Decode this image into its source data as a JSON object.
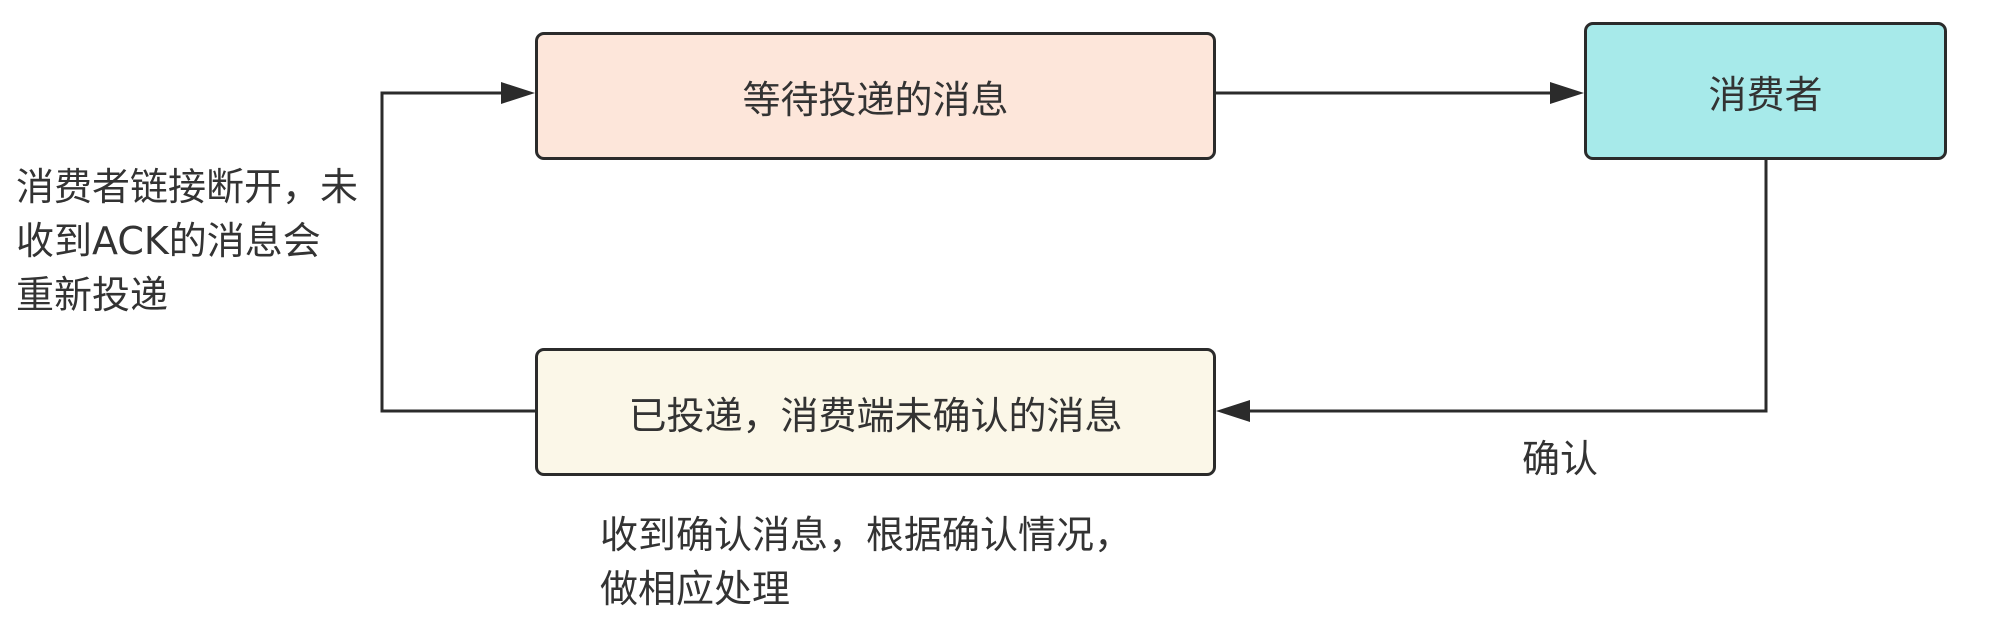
{
  "nodes": {
    "waiting": "等待投递的消息",
    "consumer": "消费者",
    "delivered": "已投递，消费端未确认的消息"
  },
  "labels": {
    "reconnect": [
      "消费者链接断开，未",
      "收到ACK的消息会",
      "重新投递"
    ],
    "ack": "确认",
    "process": [
      "收到确认消息，根据确认情况，",
      "做相应处理"
    ]
  },
  "colors": {
    "waiting_fill": "#fde6da",
    "consumer_fill": "#a7eaea",
    "delivered_fill": "#fbf7e8",
    "stroke": "#2b2b2b"
  }
}
